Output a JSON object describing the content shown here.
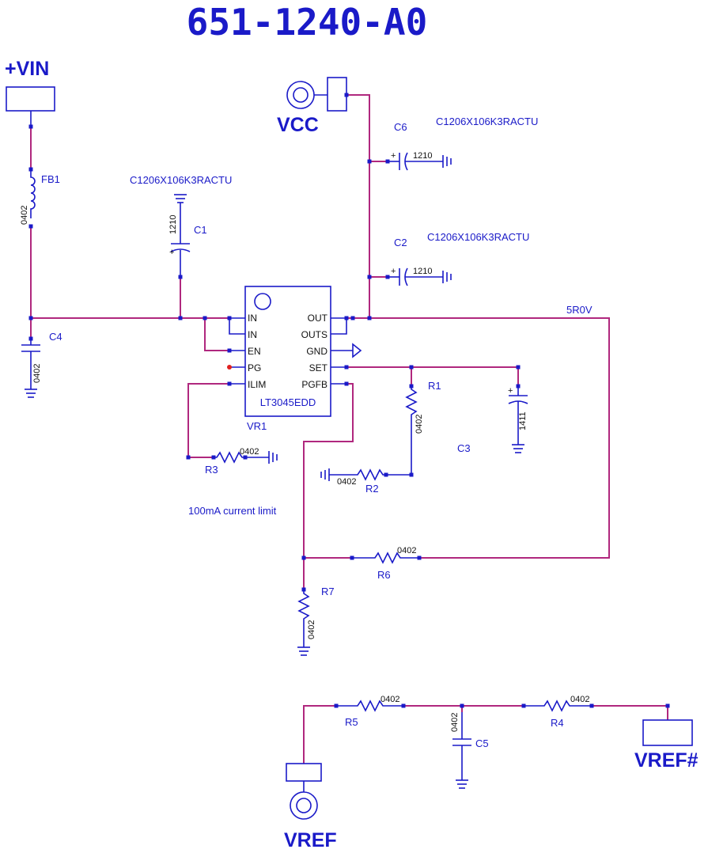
{
  "title": "651-1240-A0",
  "nets": {
    "vin": "+VIN",
    "vcc": "VCC",
    "vref": "VREF",
    "vref_n": "VREF#",
    "out_rail": "5R0V"
  },
  "ic": {
    "ref": "VR1",
    "part": "LT3045EDD",
    "pins_left": [
      "IN",
      "IN",
      "EN",
      "PG",
      "ILIM"
    ],
    "pins_right": [
      "OUT",
      "OUTS",
      "GND",
      "SET",
      "PGFB"
    ]
  },
  "components": {
    "fb1": {
      "ref": "FB1",
      "pkg": "0402"
    },
    "c1": {
      "ref": "C1",
      "pkg": "1210",
      "part": "C1206X106K3RACTU"
    },
    "c2": {
      "ref": "C2",
      "pkg": "1210",
      "part": "C1206X106K3RACTU"
    },
    "c3": {
      "ref": "C3",
      "pkg": "1411"
    },
    "c4": {
      "ref": "C4",
      "pkg": "0402"
    },
    "c5": {
      "ref": "C5",
      "pkg": "0402"
    },
    "c6": {
      "ref": "C6",
      "pkg": "1210",
      "part": "C1206X106K3RACTU"
    },
    "r1": {
      "ref": "R1",
      "pkg": "0402"
    },
    "r2": {
      "ref": "R2",
      "pkg": "0402"
    },
    "r3": {
      "ref": "R3",
      "pkg": "0402"
    },
    "r4": {
      "ref": "R4",
      "pkg": "0402"
    },
    "r5": {
      "ref": "R5",
      "pkg": "0402"
    },
    "r6": {
      "ref": "R6",
      "pkg": "0402"
    },
    "r7": {
      "ref": "R7",
      "pkg": "0402"
    }
  },
  "notes": {
    "current_limit": "100mA current limit"
  },
  "colors": {
    "wire": "#b0287e",
    "symbol": "#1a1ac8",
    "pin_dot_pg": "#e02020"
  }
}
